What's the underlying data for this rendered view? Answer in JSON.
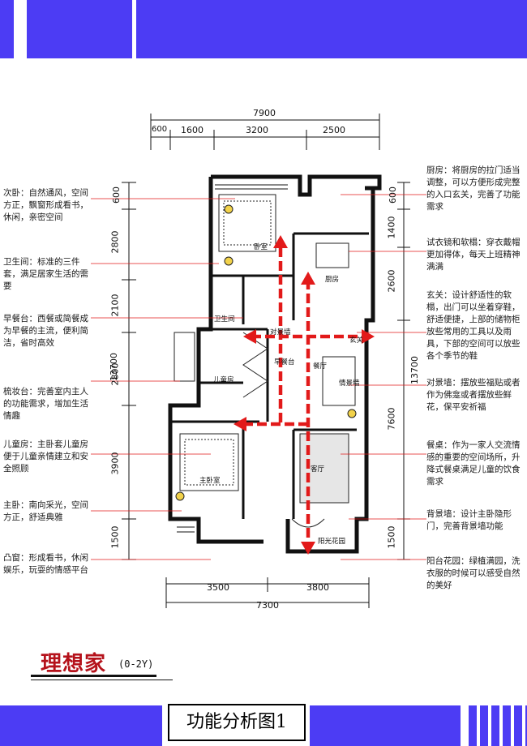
{
  "colors": {
    "band": "#4c3cf4",
    "arrow": "#e21a1a",
    "brand": "#b5121b"
  },
  "dims": {
    "top_total": "7900",
    "top_parts": [
      "600",
      "1600",
      "3200",
      "2500"
    ],
    "left": [
      "600",
      "2800",
      "2100",
      "2800",
      "3900",
      "1500"
    ],
    "left_total": "13700",
    "right": [
      "600",
      "1400",
      "2600",
      "13700",
      "7600",
      "1500"
    ],
    "bottom_parts": [
      "3500",
      "3800"
    ],
    "bottom_total": "7300"
  },
  "rooms": {
    "bedroom2": "卧室",
    "bath": "卫生间",
    "kitchen": "厨房",
    "wall": "对景墙",
    "breakfast": "早餐台",
    "entry": "玄关",
    "kids": "儿童房",
    "dining": "餐厅",
    "feature": "情景墙",
    "master": "主卧室",
    "living": "客厅",
    "balcony": "阳光花园"
  },
  "left_notes": [
    "次卧：自然通风，空间方正，飘窗形成看书，休闲，亲密空间",
    "卫生间：标准的三件套，满足居家生活的需要",
    "早餐台：西餐或简餐成为早餐的主流，便利简洁，省时高效",
    "梳妆台：完善室内主人的功能需求，增加生活情趣",
    "儿童房：主卧套儿童房便于儿童亲情建立和安全照顾",
    "主卧：南向采光，空间方正，舒适典雅",
    "凸窗：形成看书，休闲娱乐，玩耍的情感平台"
  ],
  "right_notes": [
    "厨房：将厨房的拉门适当调整，可以方便形成完整的入口玄关，完善了功能需求",
    "试衣镜和软榻：穿衣戴帽更加得体，每天上班精神满满",
    "玄关：设计舒适性的软榻，出门可以坐着穿鞋，舒适便捷，上部的储物柜放些常用的工具以及雨具，下部的空间可以放些各个季节的鞋",
    "对景墙：摆放些福贴或者作为佛龛或者摆放些鲜花，保平安祈福",
    "餐桌：作为一家人交流情感的重要的空间场所，升降式餐桌满足儿童的饮食需求",
    "背景墙：设计主卧隐形门，完善背景墙功能",
    "阳台花园：绿植满园，洗衣服的时候可以感受自然的美好"
  ],
  "brand": {
    "name": "理想家",
    "sub": "(0-2Y)"
  },
  "footer": {
    "title": "功能分析图1"
  }
}
